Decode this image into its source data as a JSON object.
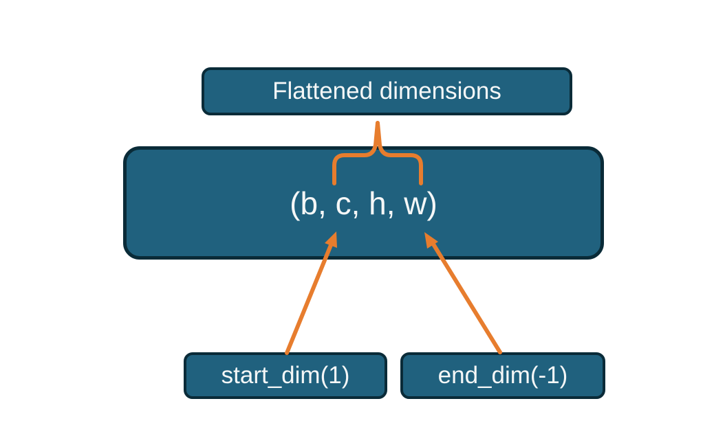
{
  "diagram": {
    "title_box": {
      "label": "Flattened dimensions"
    },
    "tensor_box": {
      "label": "(b, c, h, w)"
    },
    "param_boxes": [
      {
        "label": "start_dim(1)",
        "points_to": "c"
      },
      {
        "label": "end_dim(-1)",
        "points_to": "w"
      }
    ],
    "annotations": {
      "brace": "flattened-span-brace",
      "arrows": [
        "start-dim-arrow",
        "end-dim-arrow"
      ]
    },
    "colors": {
      "background": "#ffffff",
      "box_fill": "#20617e",
      "box_border": "#0a2b38",
      "text": "#f5f7f7",
      "accent_orange": "#e77d2e"
    }
  }
}
